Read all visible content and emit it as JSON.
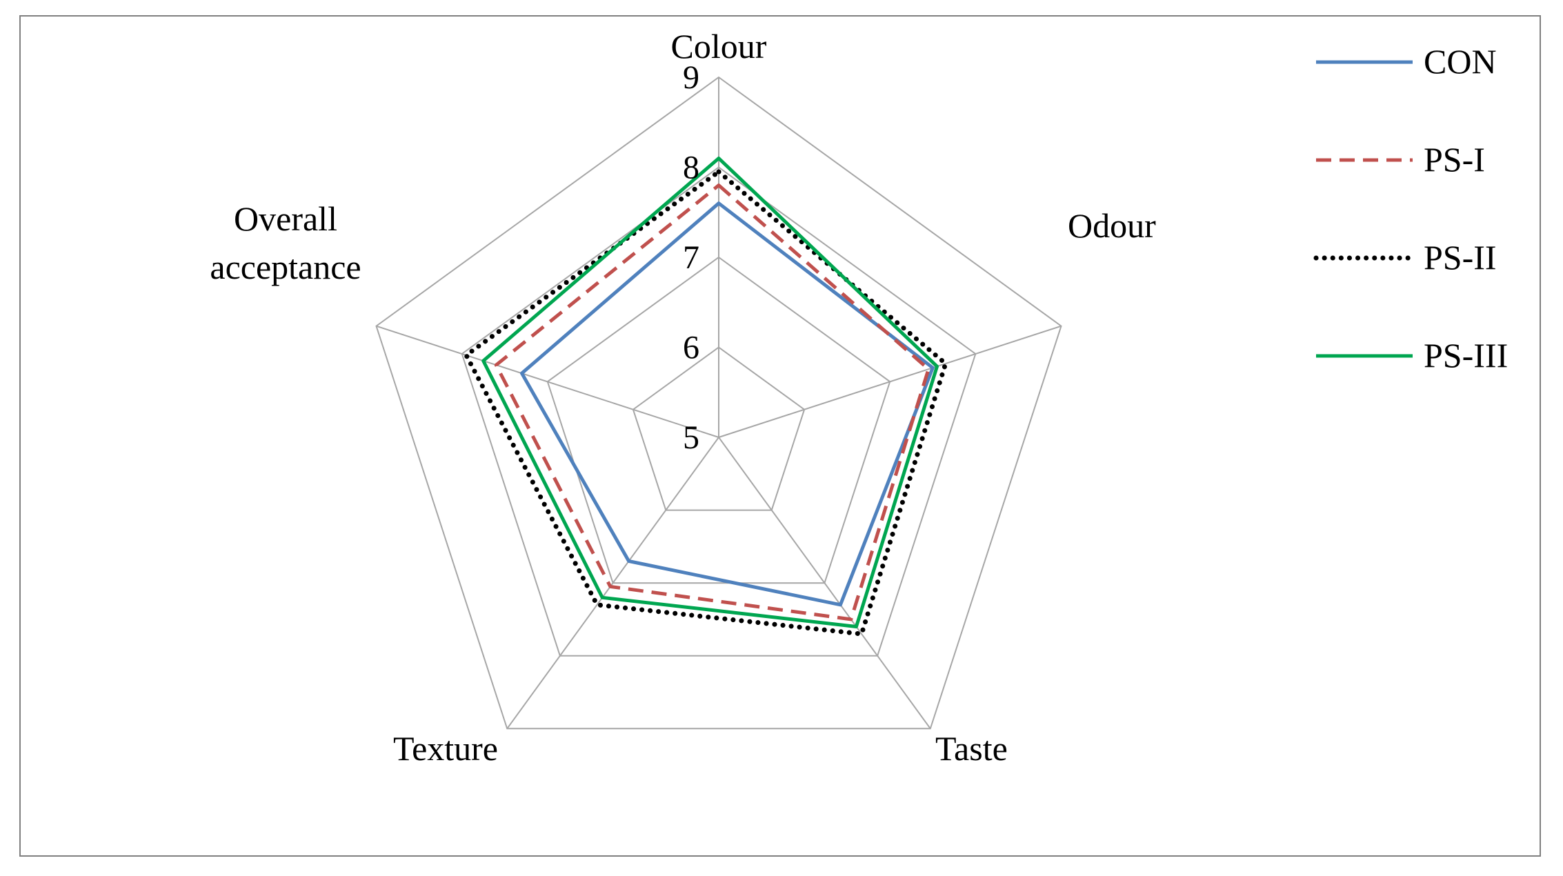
{
  "chart_data": {
    "type": "radar",
    "title": "",
    "axes": [
      "Colour",
      "Odour",
      "Taste",
      "Texture",
      "Overall acceptance"
    ],
    "axis_display_lines": [
      [
        "Colour"
      ],
      [
        "Odour"
      ],
      [
        "Taste"
      ],
      [
        "Texture"
      ],
      [
        "Overall",
        "acceptance"
      ]
    ],
    "rlim": [
      5,
      9
    ],
    "ticks": [
      5,
      6,
      7,
      8,
      9
    ],
    "tick_labels": [
      "5",
      "6",
      "7",
      "8",
      "9"
    ],
    "grid": true,
    "grid_color": "#a6a6a6",
    "legend_position": "right",
    "series": [
      {
        "name": "CON",
        "values": [
          7.6,
          7.5,
          7.3,
          6.7,
          7.3
        ],
        "color": "#4f81bd",
        "dash": "solid"
      },
      {
        "name": "PS-I",
        "values": [
          7.8,
          7.45,
          7.5,
          7.05,
          7.6
        ],
        "color": "#c0504d",
        "dash": "dashed"
      },
      {
        "name": "PS-II",
        "values": [
          7.95,
          7.65,
          7.7,
          7.3,
          7.95
        ],
        "color": "#000000",
        "dash": "dotted"
      },
      {
        "name": "PS-III",
        "values": [
          8.1,
          7.55,
          7.6,
          7.2,
          7.75
        ],
        "color": "#00a650",
        "dash": "solid"
      }
    ]
  }
}
